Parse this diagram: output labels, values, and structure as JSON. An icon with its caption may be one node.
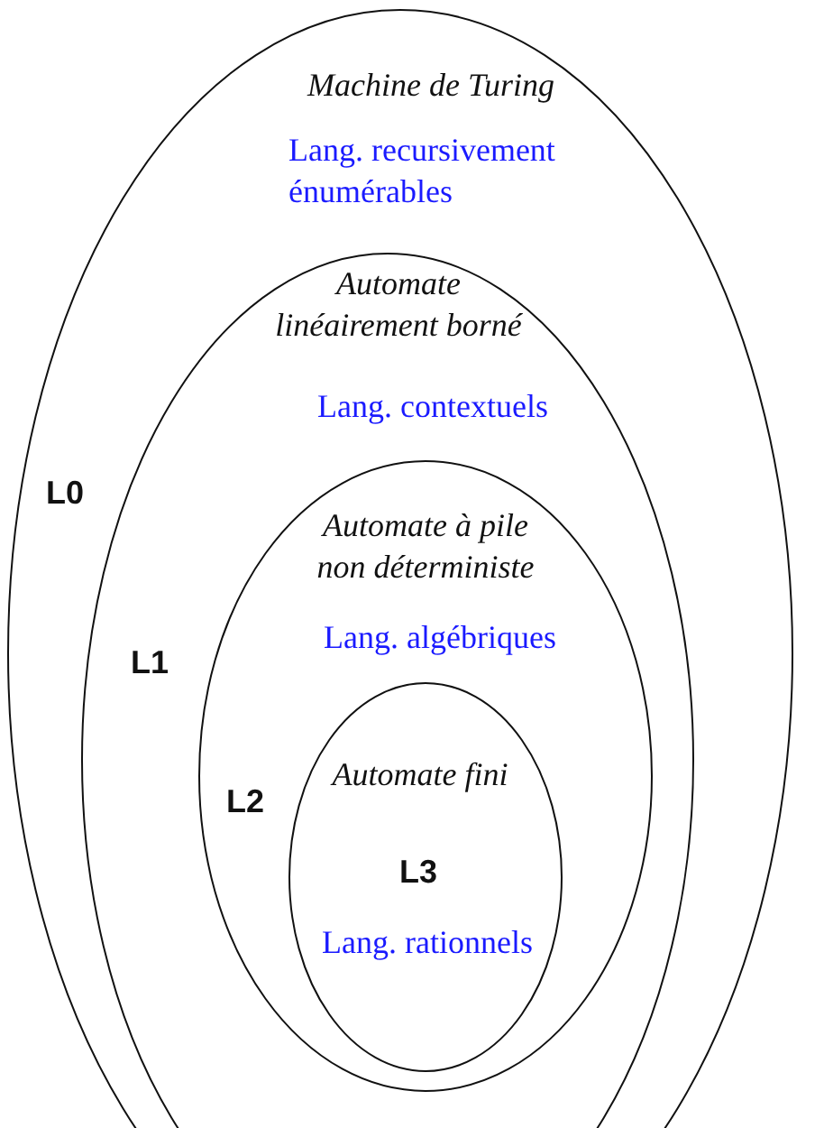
{
  "diagram": {
    "nodes": [
      {
        "text": [
          "Machine de Turing",
          "Lang. recursivement énumérables",
          "L0"
        ]
      },
      {
        "text": [
          "Automate linéairement borné",
          "Lang. contextuels",
          "L1"
        ],
        "in": 0
      },
      {
        "text": [
          "Automate à pile non déterministe",
          "Lang. algébriques",
          "L2"
        ],
        "in": 1
      },
      {
        "text": [
          "Automate fini",
          "L3",
          "Lang. rationnels"
        ],
        "in": 2
      }
    ]
  }
}
